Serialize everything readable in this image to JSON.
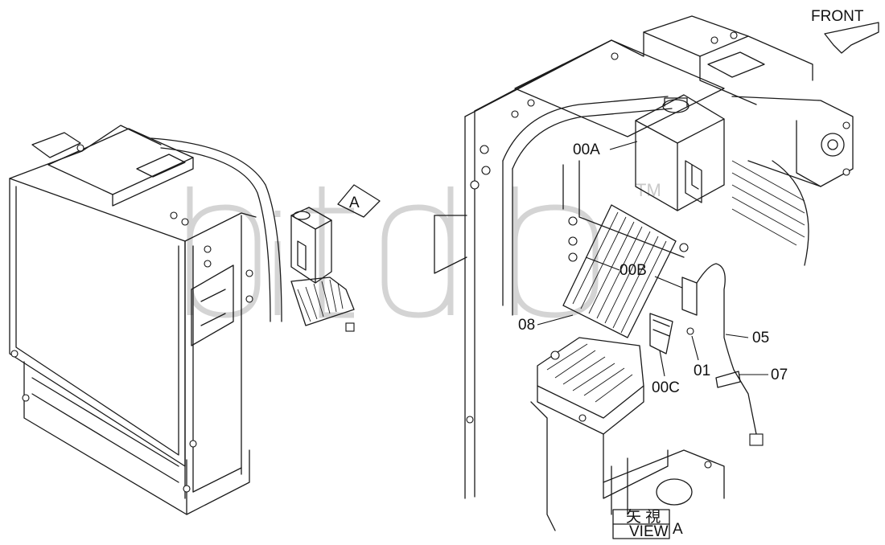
{
  "orientation": {
    "label": "FRONT"
  },
  "view_marker": {
    "letter": "A"
  },
  "view_box": {
    "jp": "矢 視",
    "en": "VIEW",
    "letter": "A"
  },
  "watermark": {
    "text": "TM"
  },
  "callouts": [
    {
      "id": "00A",
      "text": "00A"
    },
    {
      "id": "00B",
      "text": "00B"
    },
    {
      "id": "08",
      "text": "08"
    },
    {
      "id": "05",
      "text": "05"
    },
    {
      "id": "01",
      "text": "01"
    },
    {
      "id": "00C",
      "text": "00C"
    },
    {
      "id": "07",
      "text": "07"
    }
  ]
}
